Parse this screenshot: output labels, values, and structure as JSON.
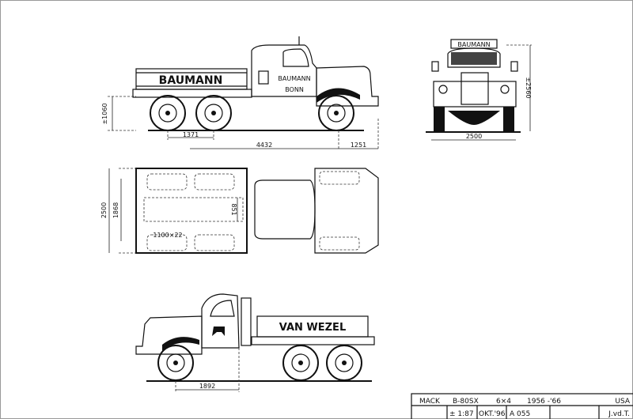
{
  "side_view_top": {
    "body_lettering": "BAUMANN",
    "door_lettering": [
      "BAUMANN",
      "BONN"
    ],
    "dimensions": {
      "height": "±1060",
      "axle_spacing": "1371",
      "wheelbase": "4432",
      "front_overhang": "1251"
    }
  },
  "front_view": {
    "sign_lettering": "BAUMANN",
    "dimensions": {
      "width": "2500",
      "height": "±2560"
    }
  },
  "plan_view": {
    "dimensions": {
      "overall_width": "2500",
      "bed_width": "1868",
      "inner": "851",
      "tire": "1100×22"
    }
  },
  "side_view_bottom": {
    "body_lettering": "VAN WEZEL",
    "dimensions": {
      "cab_axle": "1892"
    }
  },
  "title_block": {
    "make": "MACK",
    "model": "B-80SX",
    "drive": "6×4",
    "years": "1956 -'66",
    "country": "USA",
    "scale": "± 1:87",
    "date": "OKT.'96",
    "sheet": "A 055",
    "author": "J.vd.T."
  }
}
